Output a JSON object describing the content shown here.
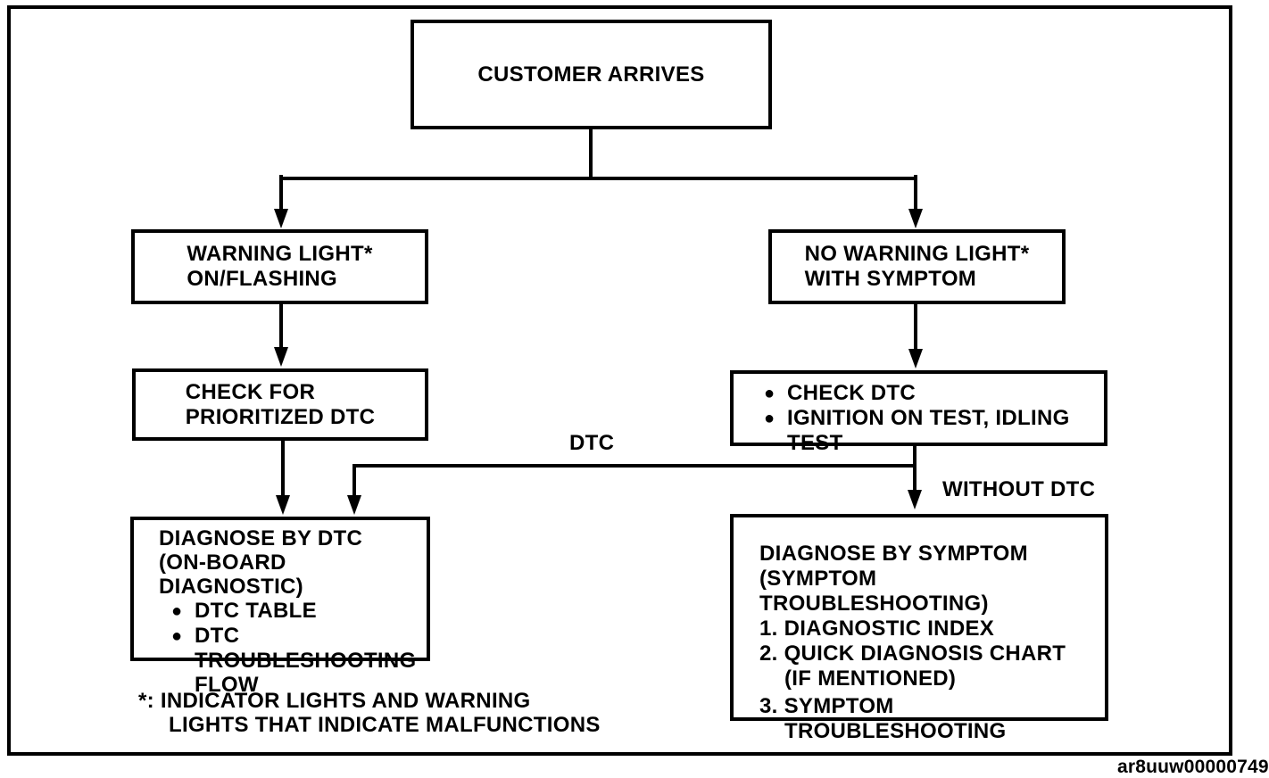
{
  "icons": {
    "bullet": "●"
  },
  "flowchart": {
    "nodes": {
      "customer_arrives": {
        "lines": [
          "CUSTOMER ARRIVES"
        ]
      },
      "warning_light_on": {
        "lines": [
          "WARNING LIGHT*",
          "ON/FLASHING"
        ]
      },
      "no_warning_light": {
        "lines": [
          "NO WARNING LIGHT*",
          "WITH SYMPTOM"
        ]
      },
      "check_prioritized_dtc": {
        "lines": [
          "CHECK FOR",
          "PRIORITIZED DTC"
        ]
      },
      "check_dtc_tests": {
        "lines": [
          "CHECK DTC",
          "IGNITION ON TEST, IDLING",
          "TEST"
        ]
      },
      "diagnose_by_dtc": {
        "lines": [
          "DIAGNOSE BY DTC",
          "(ON-BOARD DIAGNOSTIC)",
          "DTC TABLE",
          "DTC",
          "TROUBLESHOOTING",
          "FLOW"
        ]
      },
      "diagnose_by_symptom": {
        "lines": [
          "DIAGNOSE BY SYMPTOM",
          "(SYMPTOM TROUBLESHOOTING)",
          "1. DIAGNOSTIC INDEX",
          "2. QUICK DIAGNOSIS CHART",
          "(IF MENTIONED)",
          "3. SYMPTOM",
          "TROUBLESHOOTING"
        ]
      }
    },
    "edge_labels": {
      "dtc": "DTC",
      "without_dtc": "WITHOUT DTC"
    },
    "footnote": {
      "lines": [
        "*: INDICATOR LIGHTS AND WARNING",
        "LIGHTS THAT INDICATE MALFUNCTIONS"
      ]
    },
    "figure_code": "ar8uuw00000749",
    "colors": {
      "ink": "#000000",
      "paper": "#ffffff"
    }
  }
}
